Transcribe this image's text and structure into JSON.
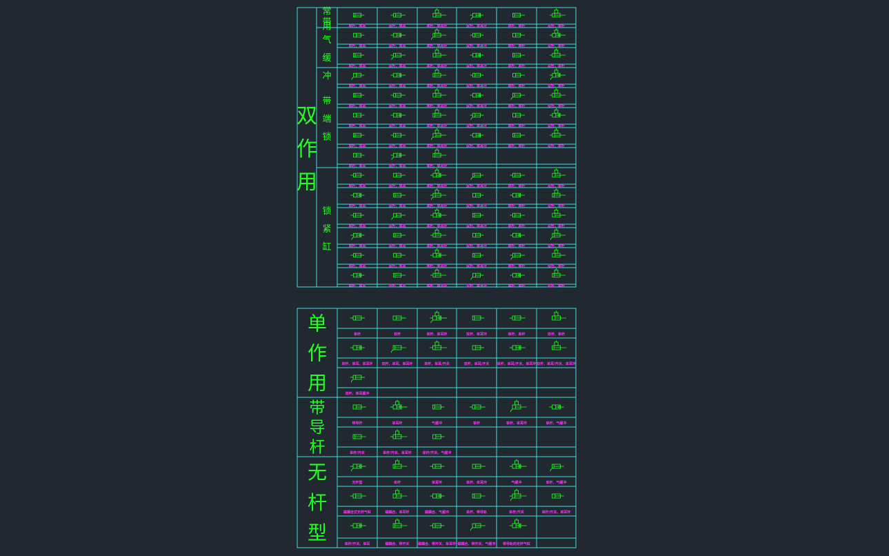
{
  "colors": {
    "background": "#212830",
    "grid": "#40e0e0",
    "symbol": "#22ff22",
    "label": "#ff33ff"
  },
  "table1": {
    "main_label": "双作用",
    "sections": [
      {
        "label": "常用",
        "rows": 1
      },
      {
        "label": "带气缓冲",
        "rows": 2
      },
      {
        "label": "带端锁",
        "rows": 5,
        "cells_in_last_row": 3
      },
      {
        "label": "锁紧缸",
        "rows": 6
      }
    ]
  },
  "table2": {
    "sections": [
      {
        "label": "单作用",
        "rows": 3,
        "labels": [
          "单杆",
          "双杆",
          "单杆、单耳环",
          "双杆、单耳环",
          "单杆、单杆",
          "双杆、单杆",
          "单杆、单耳、单耳环",
          "双杆、单耳、单耳环",
          "单杆、单耳/开关",
          "双杆、单耳/开关",
          "单杆、单耳/开关、单耳环",
          "双杆、单耳/开关、单耳环",
          "双杆、单耳缓冲"
        ]
      },
      {
        "label": "带导杆",
        "rows": 2,
        "labels": [
          "带导杆",
          "单耳环",
          "气缓冲",
          "单杆",
          "单杆、单耳环",
          "单杆、气缓冲",
          "单杆/开关",
          "单杆/开关、单耳环",
          "单杆/开关、气缓冲"
        ]
      },
      {
        "label": "无杆型",
        "rows": 3,
        "labels": [
          "无杆型",
          "单杆",
          "单耳环",
          "单杆、单耳环",
          "气缓冲",
          "单杆、气缓冲",
          "磁耦合式无杆气缸",
          "磁耦合、单耳环",
          "磁耦合、气缓冲",
          "单杆、带导轨",
          "单杆/开关",
          "单杆/开关、单耳环",
          "单杆/开关、单耳",
          "磁耦合、带开关",
          "磁耦合、带开关、单耳环",
          "磁耦合、带开关、气缓冲",
          "带导轨的无杆气缸"
        ]
      }
    ]
  }
}
